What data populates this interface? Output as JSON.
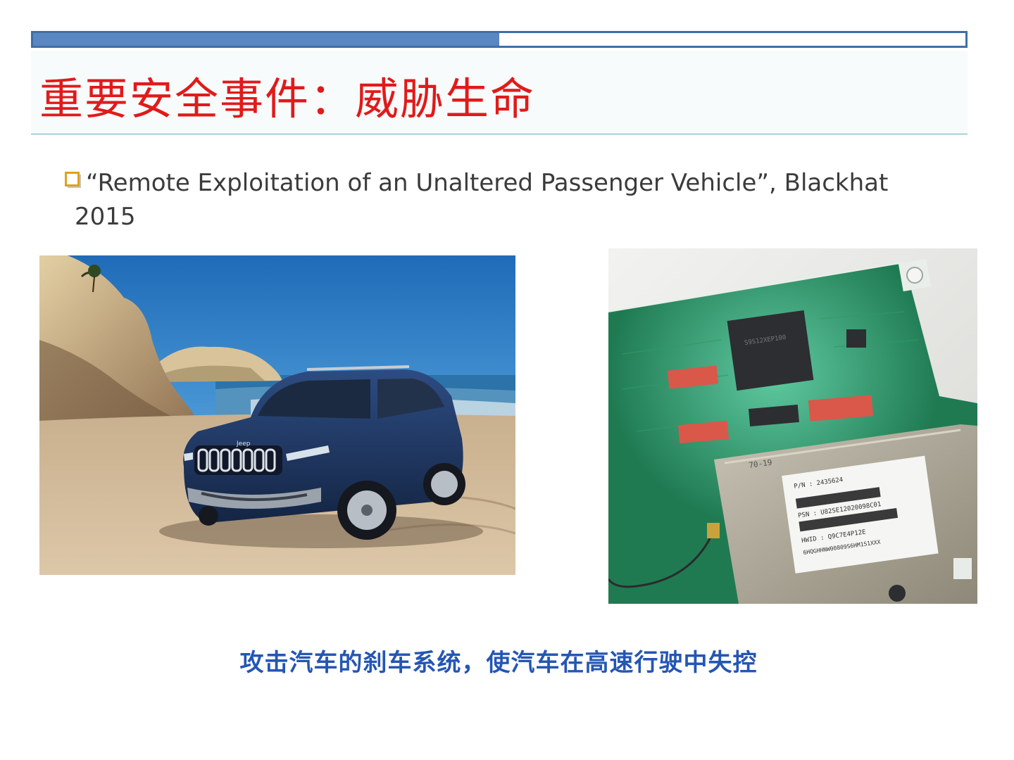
{
  "slide": {
    "title": "重要安全事件：威胁生命",
    "progress": 0.5,
    "bullet": {
      "line1": "“Remote Exploitation of an Unaltered Passenger Vehicle”, Blackhat",
      "line2": "2015"
    },
    "caption": "攻击汽车的刹车系统，使汽车在高速行驶中失控"
  },
  "images": {
    "car_photo": {
      "badge": "Jeep"
    },
    "board_photo": {
      "chip_marking": "S9S12XEP100",
      "label_lines": [
        "P/N : 2435624",
        "PSN : U82SE12020098C01",
        "HWID : Q9C7E4P12E",
        "6HQGHHNW00809S6HM1S1XXX"
      ],
      "shield_marking": "70-19"
    }
  },
  "colors": {
    "title": "#e11a1a",
    "caption": "#2456b4",
    "bar_border": "#3f6fa8",
    "bar_fill": "#5a86c1",
    "bullet_icon": "#e0a020",
    "body_text": "#3b3b3b"
  }
}
